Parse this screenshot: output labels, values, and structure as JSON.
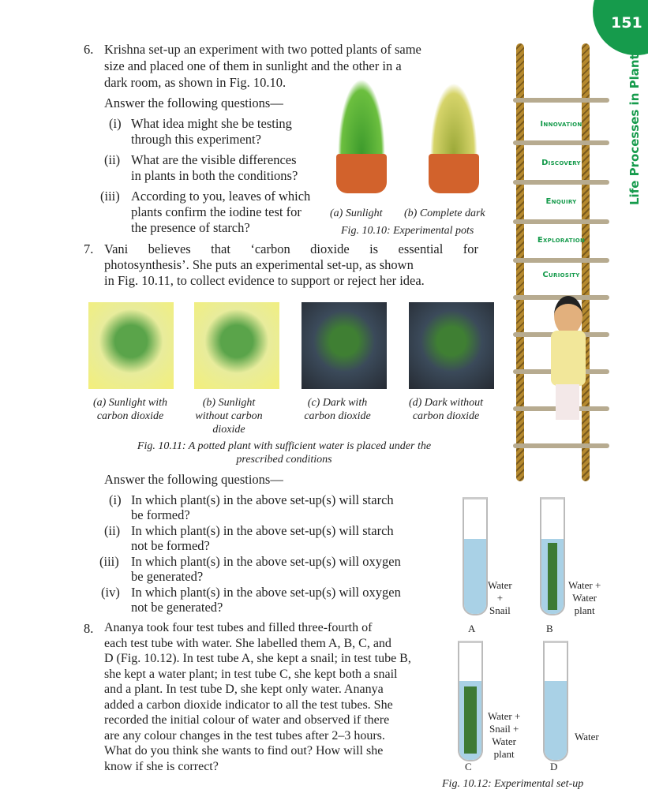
{
  "page": {
    "number": "151",
    "chapter": "Life Processes in Plants"
  },
  "ladder": [
    "Innovation",
    "Discovery",
    "Enquiry",
    "Exploration",
    "Curiosity"
  ],
  "q6": {
    "num": "6.",
    "lines": [
      "Krishna set-up an experiment with two potted plants of same",
      "size and placed one of them in sunlight and the other in a",
      "dark room, as shown in Fig. 10.10."
    ],
    "answer": "Answer the following questions—",
    "items": [
      {
        "n": "(i)",
        "l1": "What idea might she be testing",
        "l2": "through this experiment?"
      },
      {
        "n": "(ii)",
        "l1": "What are the visible differences",
        "l2": "in plants in both the conditions?"
      },
      {
        "n": "(iii)",
        "l1": "According to you, leaves of which",
        "l2": "plants confirm the iodine test for",
        "l3": "the presence of starch?"
      }
    ],
    "fig": {
      "a": "(a) Sunlight",
      "b": "(b) Complete dark",
      "caption": "Fig. 10.10: Experimental pots"
    }
  },
  "q7": {
    "num": "7.",
    "lines": [
      "Vani believes that ‘carbon dioxide is essential for",
      "photosynthesis’. She puts an experimental set-up, as shown",
      "in Fig. 10.11, to collect evidence to support or reject her idea."
    ],
    "fig": {
      "a1": "(a) Sunlight with",
      "a2": "carbon dioxide",
      "b1": "(b) Sunlight",
      "b2": "without carbon",
      "b3": "dioxide",
      "c1": "(c) Dark with",
      "c2": "carbon dioxide",
      "d1": "(d) Dark without",
      "d2": "carbon dioxide",
      "cap1": "Fig. 10.11: A potted plant with sufficient water is placed under the",
      "cap2": "prescribed conditions"
    },
    "answer": "Answer the following questions—",
    "items": [
      {
        "n": "(i)",
        "l1": "In which plant(s) in the above set-up(s) will starch",
        "l2": "be formed?"
      },
      {
        "n": "(ii)",
        "l1": "In which plant(s) in the above set-up(s) will starch",
        "l2": "not be formed?"
      },
      {
        "n": "(iii)",
        "l1": "In which plant(s) in the above set-up(s) will oxygen",
        "l2": "be generated?"
      },
      {
        "n": "(iv)",
        "l1": "In which plant(s) in the above set-up(s) will oxygen",
        "l2": "not be generated?"
      }
    ]
  },
  "q8": {
    "num": "8.",
    "lines": [
      "Ananya took four test tubes and filled three-fourth of",
      "each test tube with water. She labelled them A, B, C, and",
      "D (Fig. 10.12). In test tube A, she kept a snail; in test tube B,",
      "she kept a water plant; in test tube C, she kept both a snail",
      "and a plant. In test tube D, she kept only water. Ananya",
      "added a carbon dioxide indicator to all the test tubes. She",
      "recorded the initial colour of water and observed if there",
      "are any colour changes in the test tubes after 2–3 hours.",
      "What do you think she wants to find out? How will she",
      "know if she is correct?"
    ],
    "fig": {
      "A": "A",
      "B": "B",
      "C": "C",
      "D": "D",
      "la": [
        "Water",
        "+",
        "Snail"
      ],
      "lb": [
        "Water +",
        "Water",
        "plant"
      ],
      "lc": [
        "Water +",
        "Snail +",
        "Water",
        "plant"
      ],
      "ld": "Water",
      "caption": "Fig. 10.12: Experimental set-up"
    }
  }
}
